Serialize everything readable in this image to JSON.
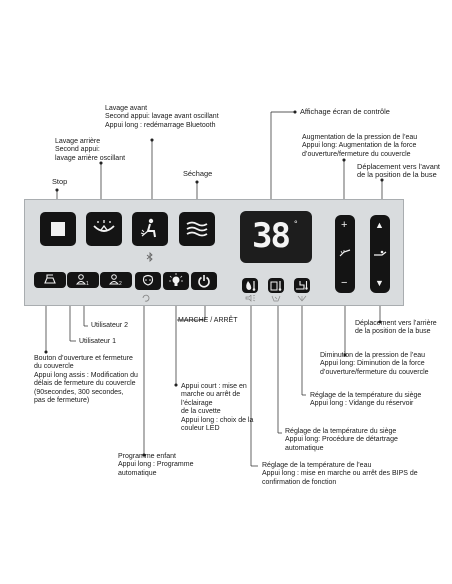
{
  "labels": {
    "lavage_avant": "Lavage avant\nSecond appui: lavage avant oscillant\nAppui long : redémarrage Bluetooth",
    "lavage_arriere": "Lavage arrière\nSecond appui:\nlavage arrière oscillant",
    "stop": "Stop",
    "sechage": "Séchage",
    "affichage": "Affichage écran de contrôle",
    "augmentation": "Augmentation de la pression de l’eau\nAppui long: Augmentation de la force\nd’ouverture/fermeture du couvercle",
    "deplacement_avant": "Déplacement vers l’avant\nde la position de la buse",
    "utilisateur2": "Utilisateur 2",
    "marche_arret": "MARCHE / ARRÊT",
    "utilisateur1": "Utilisateur 1",
    "deplacement_arriere": "Déplacement vers l’arrière\nde la position de la buse",
    "bouton_ouverture": "Bouton d’ouverture et fermeture\ndu couvercle\nAppui long assis : Modification du\ndélais de fermeture du couvercle\n(90secondes, 300 secondes,\npas de fermeture)",
    "diminution": "Diminution de la pression de l’eau\nAppui long: Diminution de la force\nd’ouverture/fermeture du couvercle",
    "appui_court": "Appui court : mise en\nmarche ou arrêt de\nl’éclairage\nde la cuvette\nAppui long : choix de la\ncouleur LED",
    "temp_siege_1": "Réglage de la température du siège\nAppui long : Vidange du réservoir",
    "temp_siege_2": "Réglage de la température du siège\nAppui long: Procédure de détartrage\nautomatique",
    "programme_enfant": "Programme enfant\nAppui long : Programme\nautomatique",
    "temp_eau": "Réglage de la température de l’eau\nAppui long : mise en marche ou arrêt des BIPS de\nconfirmation de fonction"
  },
  "display": {
    "value": "38",
    "unit": "°"
  },
  "slider_left": {
    "top_symbol": "+",
    "bottom_symbol": "−"
  },
  "slider_right": {
    "top_symbol": "▲",
    "bottom_symbol": "▼"
  },
  "icons": [
    "stop-square-icon",
    "rear-wash-icon",
    "front-wash-icon",
    "dryer-icon",
    "bluetooth-icon",
    "lid-icon",
    "user-1-icon",
    "user-2-icon",
    "child-program-icon",
    "light-bulb-icon",
    "power-icon",
    "water-temp-icon",
    "seat-temp-icon",
    "descale-icon",
    "pressure-icon",
    "nozzle-position-icon"
  ],
  "colors": {
    "panel": "#d9dcde",
    "button": "#141414",
    "display_text": "#f4f4f4"
  }
}
